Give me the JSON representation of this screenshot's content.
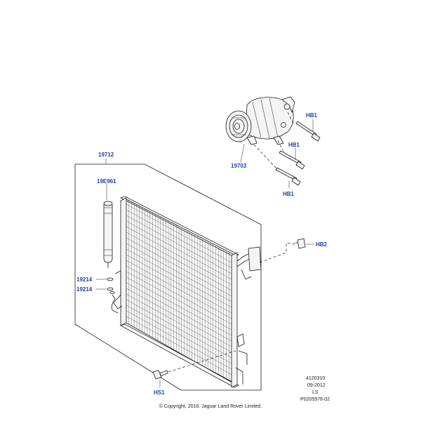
{
  "callouts": {
    "condenser": "19712",
    "receiver_drier": "19E961",
    "o_ring_upper": "19214",
    "o_ring_lower": "19214",
    "compressor": "19703",
    "bolt_upper": "HB1",
    "bolt_middle": "HB1",
    "bolt_lower": "HB1",
    "bolt_right": "HB2",
    "bolt_bottom": "HS1"
  },
  "meta": {
    "code": "4120310",
    "date": "09-2012",
    "initials": "LS",
    "ref": "P0205978-02"
  },
  "copyright": "© Copyright, 2016. Jaguar Land Rover Limited."
}
